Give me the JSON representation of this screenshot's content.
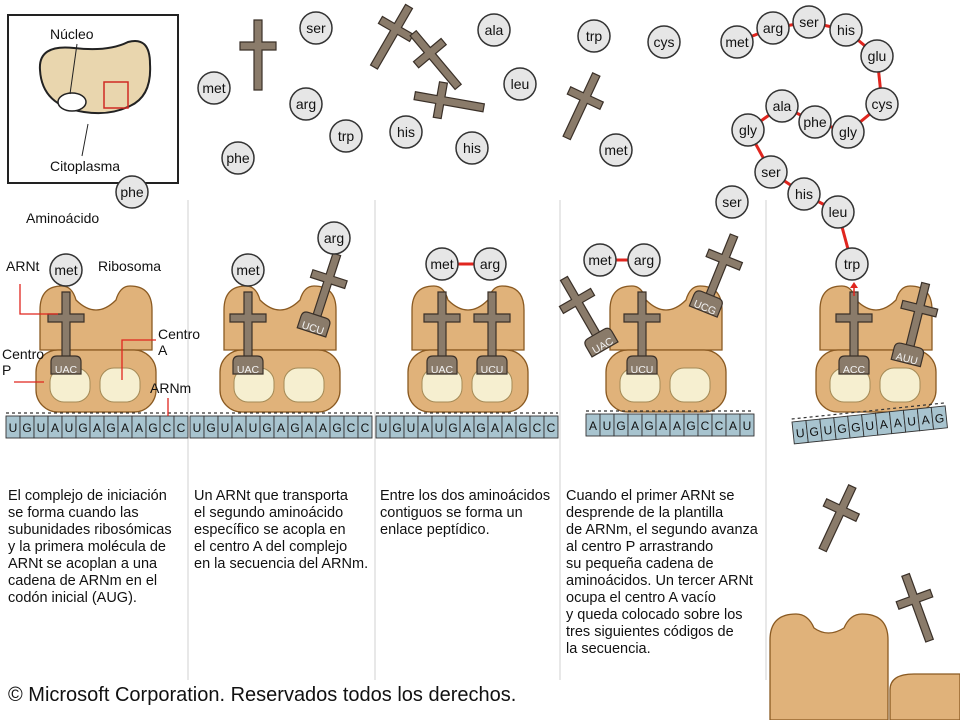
{
  "inset": {
    "nucleus_label": "Núcleo",
    "cytoplasm_label": "Citoplasma"
  },
  "labels": {
    "aminoacid": "Aminoácido",
    "trna": "ARNt",
    "ribosome": "Ribosoma",
    "site_a": "Centro\nA",
    "site_p": "Centro\nP",
    "mrna": "ARNm"
  },
  "free_aminoacids": [
    "met",
    "ser",
    "ala",
    "trp",
    "cys",
    "arg",
    "leu",
    "his",
    "phe",
    "trp",
    "his",
    "met",
    "phe"
  ],
  "growing_chain": [
    "met",
    "arg",
    "ser",
    "his",
    "glu",
    "cys",
    "gly",
    "phe",
    "ala",
    "gly",
    "ser",
    "his",
    "leu",
    "trp"
  ],
  "panels": [
    {
      "aminoacids": [
        "met"
      ],
      "incoming": "arg",
      "anticodons": [
        "UAC"
      ],
      "mrna": [
        "U",
        "G",
        "U",
        "A",
        "U",
        "G",
        "A",
        "G",
        "A",
        "A",
        "G",
        "C",
        "C"
      ]
    },
    {
      "aminoacids": [
        "met"
      ],
      "incoming": "arg",
      "anticodons": [
        "UAC",
        "UCU"
      ],
      "mrna": [
        "U",
        "G",
        "U",
        "A",
        "U",
        "G",
        "A",
        "G",
        "A",
        "A",
        "G",
        "C",
        "C"
      ]
    },
    {
      "aminoacids": [
        "met",
        "arg"
      ],
      "anticodons": [
        "UAC",
        "UCU"
      ],
      "mrna": [
        "U",
        "G",
        "U",
        "A",
        "U",
        "G",
        "A",
        "G",
        "A",
        "A",
        "G",
        "C",
        "C"
      ]
    },
    {
      "aminoacids": [
        "met",
        "arg",
        "ser"
      ],
      "anticodons": [
        "UAC",
        "UCU",
        "UCG"
      ],
      "mrna": [
        "A",
        "U",
        "G",
        "A",
        "G",
        "A",
        "A",
        "G",
        "C",
        "C",
        "A",
        "U"
      ]
    },
    {
      "anticodons": [
        "ACC",
        "AUU"
      ],
      "mrna": [
        "U",
        "G",
        "U",
        "G",
        "G",
        "U",
        "A",
        "A",
        "U",
        "A",
        "G"
      ]
    }
  ],
  "captions": [
    "El complejo de iniciación\nse forma cuando las\nsubunidades ribosómicas\ny la primera molécula de\nARNt se acoplan a una\ncadena de ARNm en el\ncodón inicial (AUG).",
    "Un ARNt que transporta\nel segundo aminoácido\nespecífico se acopla en\nel centro A del complejo\nen la secuencia del ARNm.",
    "Entre los dos aminoácidos\ncontiguos se forma un\nenlace peptídico.",
    "Cuando el primer ARNt se\ndesprende de la plantilla\nde ARNm, el segundo avanza\nal centro P arrastrando\nsu pequeña cadena de\naminoácidos. Un tercer ARNt\nocupa el centro A vacío\ny queda colocado sobre los\ntres siguientes códigos de\nla secuencia."
  ],
  "copyright": "© Microsoft Corporation. Reservados todos los derechos.",
  "colors": {
    "ribosome": "#e0b27a",
    "ribosome_edge": "#8a5a22",
    "trna": "#8a7b6a",
    "trna_edge": "#3a3028",
    "mrna": "#a8c4cf",
    "aa_fill": "#e6e6e6",
    "bond": "#e0261f",
    "slot": "#f6efd0"
  }
}
